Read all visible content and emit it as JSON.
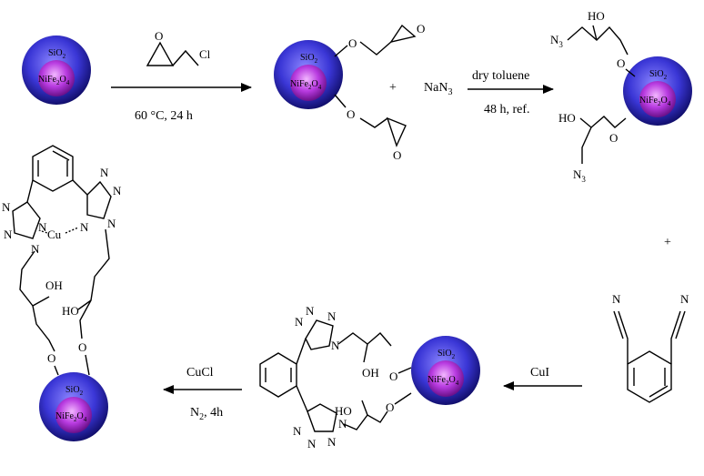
{
  "colors": {
    "sphere_outer": "#3a36d6",
    "sphere_inner": "#b83be0",
    "background": "#ffffff",
    "ink": "#000000"
  },
  "particle": {
    "shell_label": "SiO",
    "shell_sub": "2",
    "core_label": "NiFe",
    "core_sub1": "2",
    "core_mid": "O",
    "core_sub2": "4"
  },
  "atoms": {
    "O": "O",
    "Cl": "Cl",
    "OH": "OH",
    "HO": "HO",
    "N": "N",
    "N3": "N",
    "sub3": "3",
    "Cu": "Cu"
  },
  "reagents": {
    "plus": "+",
    "nan3": "NaN",
    "nan3_sub": "3"
  },
  "steps": {
    "step1": {
      "conditions": "60 °C, 24 h"
    },
    "step2": {
      "top": "dry toluene",
      "bottom": "48 h, ref."
    },
    "step3": {
      "top": "CuI"
    },
    "step4": {
      "top": "CuCl",
      "bottom_pre": "N",
      "bottom_sub": "2",
      "bottom_post": ", 4h"
    }
  }
}
